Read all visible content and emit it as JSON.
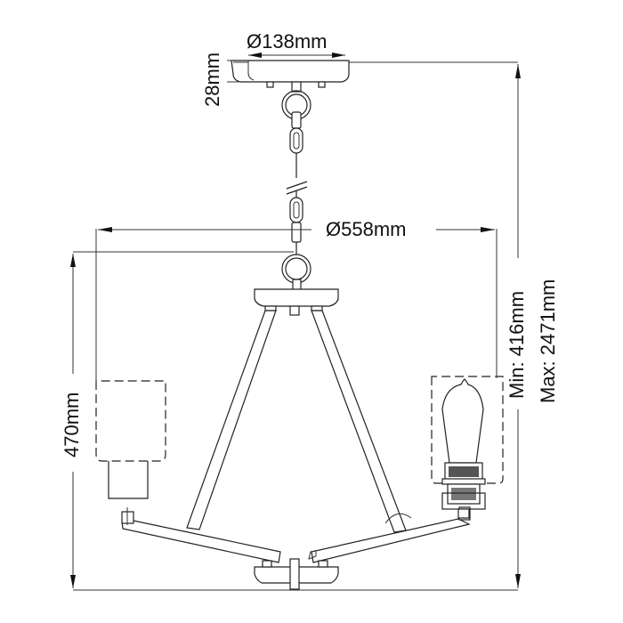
{
  "drawing": {
    "title": "Pendant chandelier dimension drawing",
    "colors": {
      "line": "#222222",
      "background": "#ffffff",
      "text": "#111111"
    }
  },
  "dimensions": {
    "canopy_diameter": "Ø138mm",
    "canopy_height": "28mm",
    "overall_diameter": "Ø558mm",
    "body_height": "470mm",
    "drop_min": "Min: 416mm",
    "drop_max": "Max: 2471mm"
  },
  "components": {
    "canopy": "ceiling-canopy",
    "chain": "suspension-chain",
    "hub": "top-hub",
    "arms": [
      "left-arm",
      "right-arm",
      "centre-strut-left",
      "centre-strut-right"
    ],
    "shades": [
      "left-shade",
      "right-shade"
    ],
    "bulb": "filament-bulb",
    "bottom_hub": "bottom-hub"
  }
}
